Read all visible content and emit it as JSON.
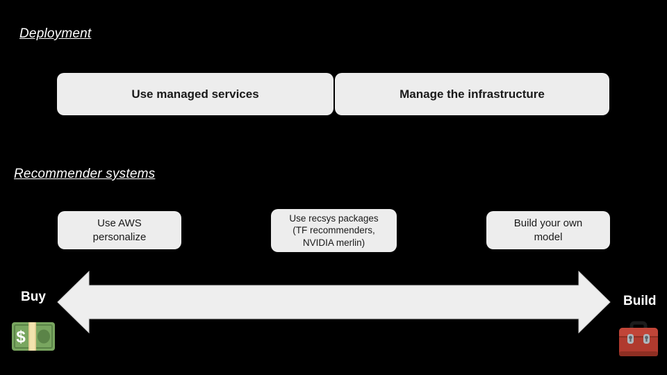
{
  "deployment_section": {
    "title": "Deployment",
    "options": [
      {
        "label": "Use managed services"
      },
      {
        "label": "Manage the infrastructure"
      }
    ]
  },
  "recsys_section": {
    "title": "Recommender systems",
    "options": [
      {
        "label": "Use AWS\npersonalize"
      },
      {
        "label": "Use recsys packages\n(TF recommenders,\nNVIDIA merlin)"
      },
      {
        "label": "Build your own\nmodel"
      }
    ]
  },
  "spectrum": {
    "left_label": "Buy",
    "right_label": "Build",
    "left_icon": "dollar-banknote-icon",
    "right_icon": "toolbox-icon"
  },
  "colors": {
    "background": "#000000",
    "box_fill": "#ededed",
    "arrow_fill": "#eeeeee",
    "arrow_stroke": "#d0d0d0",
    "box_text": "#1a1a1a",
    "label_text": "#ffffff"
  }
}
